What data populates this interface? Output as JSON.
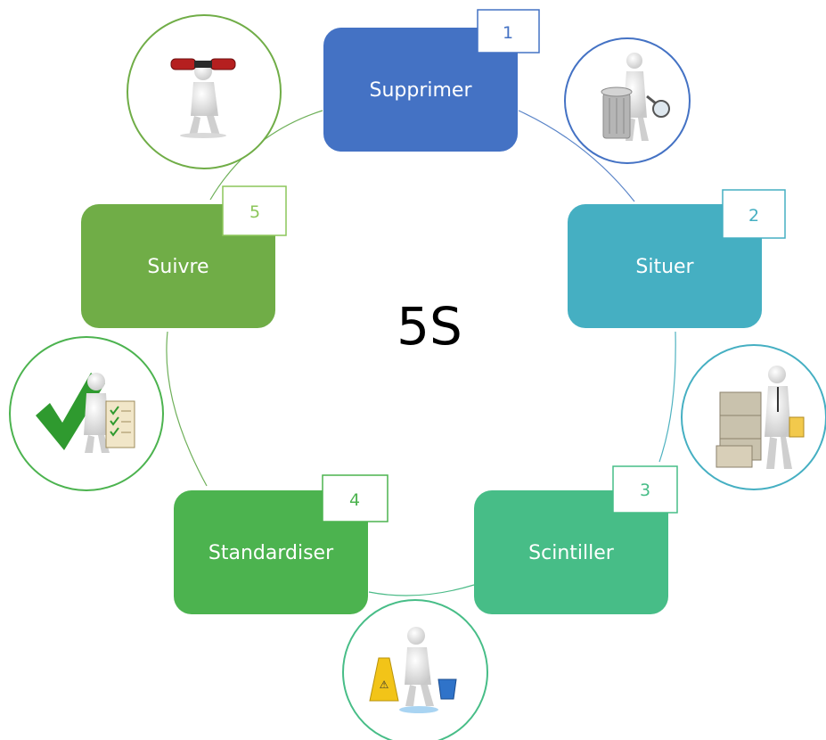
{
  "center_title": "5S",
  "steps": [
    {
      "number": "1",
      "label": "Supprimer",
      "color": "#4472C4",
      "number_color": "#4472C4",
      "icon": "person-with-trash-can-and-magnifier-icon"
    },
    {
      "number": "2",
      "label": "Situer",
      "color": "#45AFC2",
      "number_color": "#45AFC2",
      "icon": "person-at-filing-cabinet-icon"
    },
    {
      "number": "3",
      "label": "Scintiller",
      "color": "#47BD87",
      "number_color": "#47BD87",
      "icon": "person-cleaning-floor-icon"
    },
    {
      "number": "4",
      "label": "Standardiser",
      "color": "#4CB34F",
      "number_color": "#4CB34F",
      "icon": "person-with-checkmark-checklist-icon"
    },
    {
      "number": "5",
      "label": "Suivre",
      "color": "#70AD47",
      "number_color": "#70AD47",
      "icon": "person-with-binoculars-icon"
    }
  ],
  "colors": {
    "ring": "#8CC4B0",
    "text_on_box": "#FFFFFF",
    "center_text": "#000000",
    "figure": "#E4E4E4"
  }
}
